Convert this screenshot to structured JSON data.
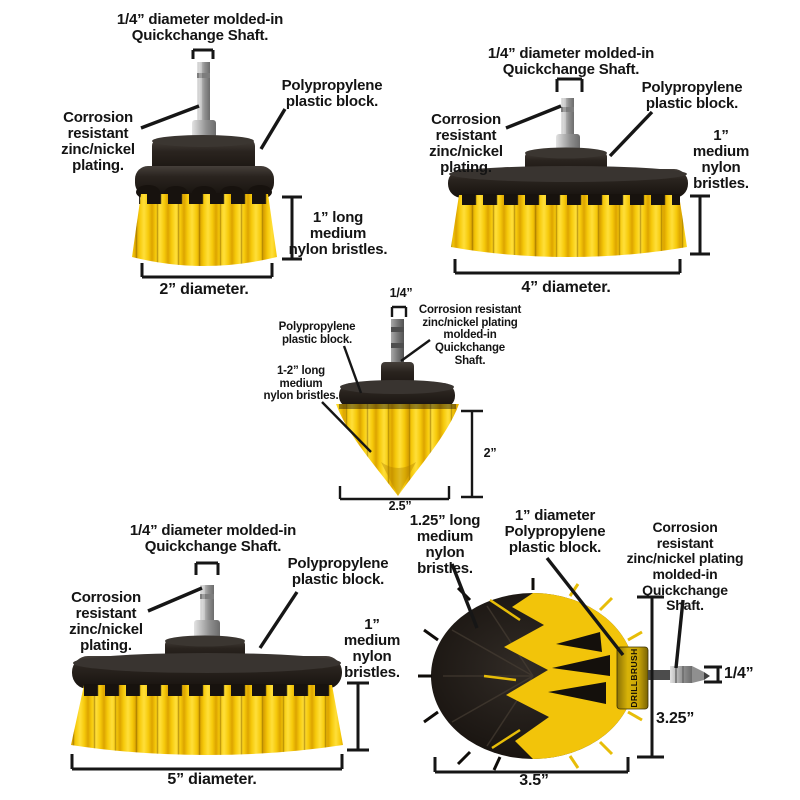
{
  "colors": {
    "background": "#ffffff",
    "bristle_yellow": "#f6c90a",
    "bristle_shadow": "#dca400",
    "plastic_black": "#1b1612",
    "shaft_silver": "#a9a9a9",
    "annotation_ink": "#161616"
  },
  "brush_2in": {
    "shaft_label": "1/4” diameter molded-in\nQuickchange Shaft.",
    "corrosion_label": "Corrosion\nresistant\nzinc/nickel\nplating.",
    "block_label": "Polypropylene\nplastic block.",
    "bristle_label": "1” long\nmedium\nnylon bristles.",
    "diameter_label": "2” diameter."
  },
  "brush_4in": {
    "shaft_label": "1/4” diameter molded-in\nQuickchange Shaft.",
    "corrosion_label": "Corrosion\nresistant\nzinc/nickel\nplating.",
    "block_label": "Polypropylene\nplastic block.",
    "bristle_label": "1”\nmedium\nnylon\nbristles.",
    "diameter_label": "4” diameter."
  },
  "brush_cone": {
    "shaft_size_label": "1/4”",
    "corrosion_label": "Corrosion resistant\nzinc/nickel plating\nmolded-in\nQuickchange\nShaft.",
    "block_label": "Polypropylene\nplastic block.",
    "bristle_label": "1-2” long\nmedium\nnylon bristles.",
    "height_label": "2”",
    "width_label": "2.5”"
  },
  "brush_5in": {
    "shaft_label": "1/4” diameter molded-in\nQuickchange Shaft.",
    "corrosion_label": "Corrosion\nresistant\nzinc/nickel\nplating.",
    "block_label": "Polypropylene\nplastic block.",
    "bristle_label": "1”\nmedium\nnylon\nbristles.",
    "diameter_label": "5” diameter."
  },
  "brush_ball": {
    "bristle_label": "1.25” long\nmedium\nnylon bristles.",
    "block_label": "1” diameter\nPolypropylene\nplastic block.",
    "corrosion_label": "Corrosion resistant\nzinc/nickel plating\nmolded-in\nQuickchange\nShaft.",
    "shaft_size_label": "1/4”",
    "height_label": "3.25”",
    "width_label": "3.5”",
    "brand_label": "DRILLBRUSH"
  }
}
